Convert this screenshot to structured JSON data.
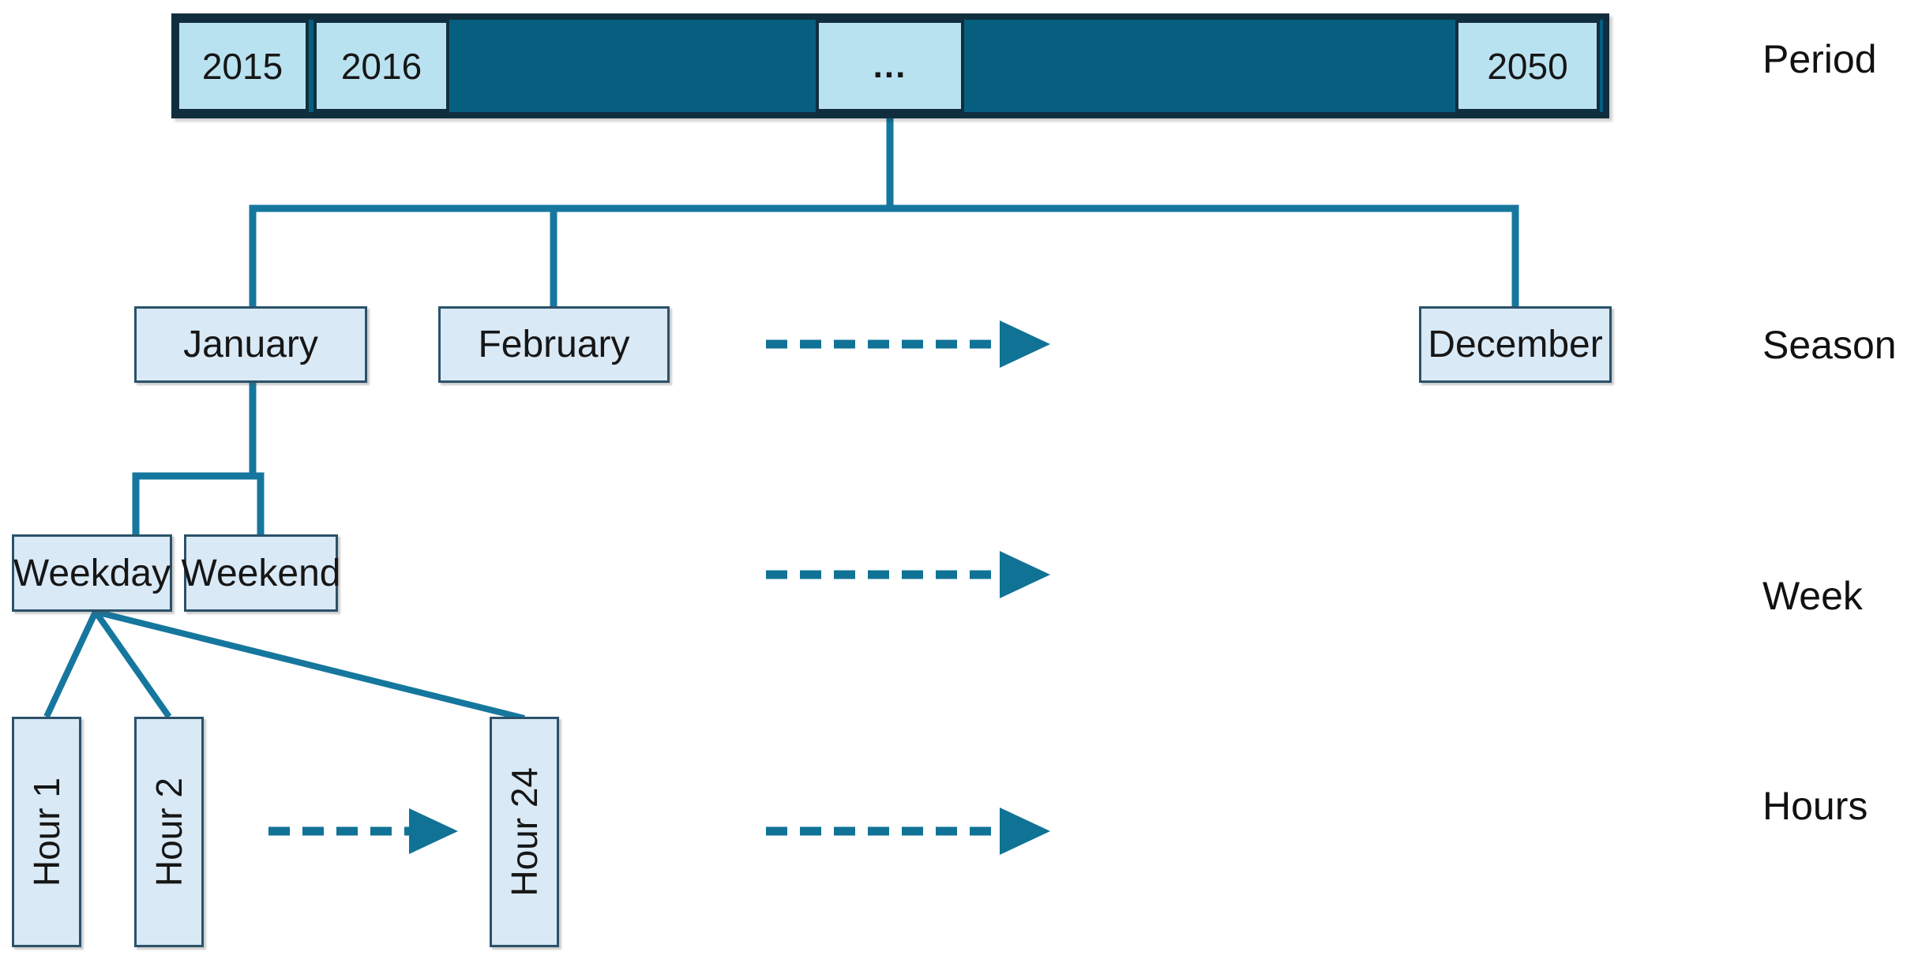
{
  "diagram": {
    "period": {
      "label": "Period",
      "years": [
        "2015",
        "2016",
        "...",
        "2050"
      ]
    },
    "season": {
      "label": "Season",
      "months": [
        "January",
        "February",
        "December"
      ]
    },
    "week": {
      "label": "Week",
      "days": [
        "Weekday",
        "Weekend"
      ]
    },
    "hours": {
      "label": "Hours",
      "slots": [
        "Hour 1",
        "Hour 2",
        "Hour 24"
      ]
    }
  },
  "colors": {
    "bar_fill": "#075f80",
    "bar_border": "#112e3f",
    "year_cell_fill": "#b9e2f1",
    "node_fill": "#d9e9f6",
    "node_border": "#2b5269",
    "connector": "#16779e",
    "arrow": "#107396",
    "text": "#161616",
    "background": "#ffffff"
  }
}
